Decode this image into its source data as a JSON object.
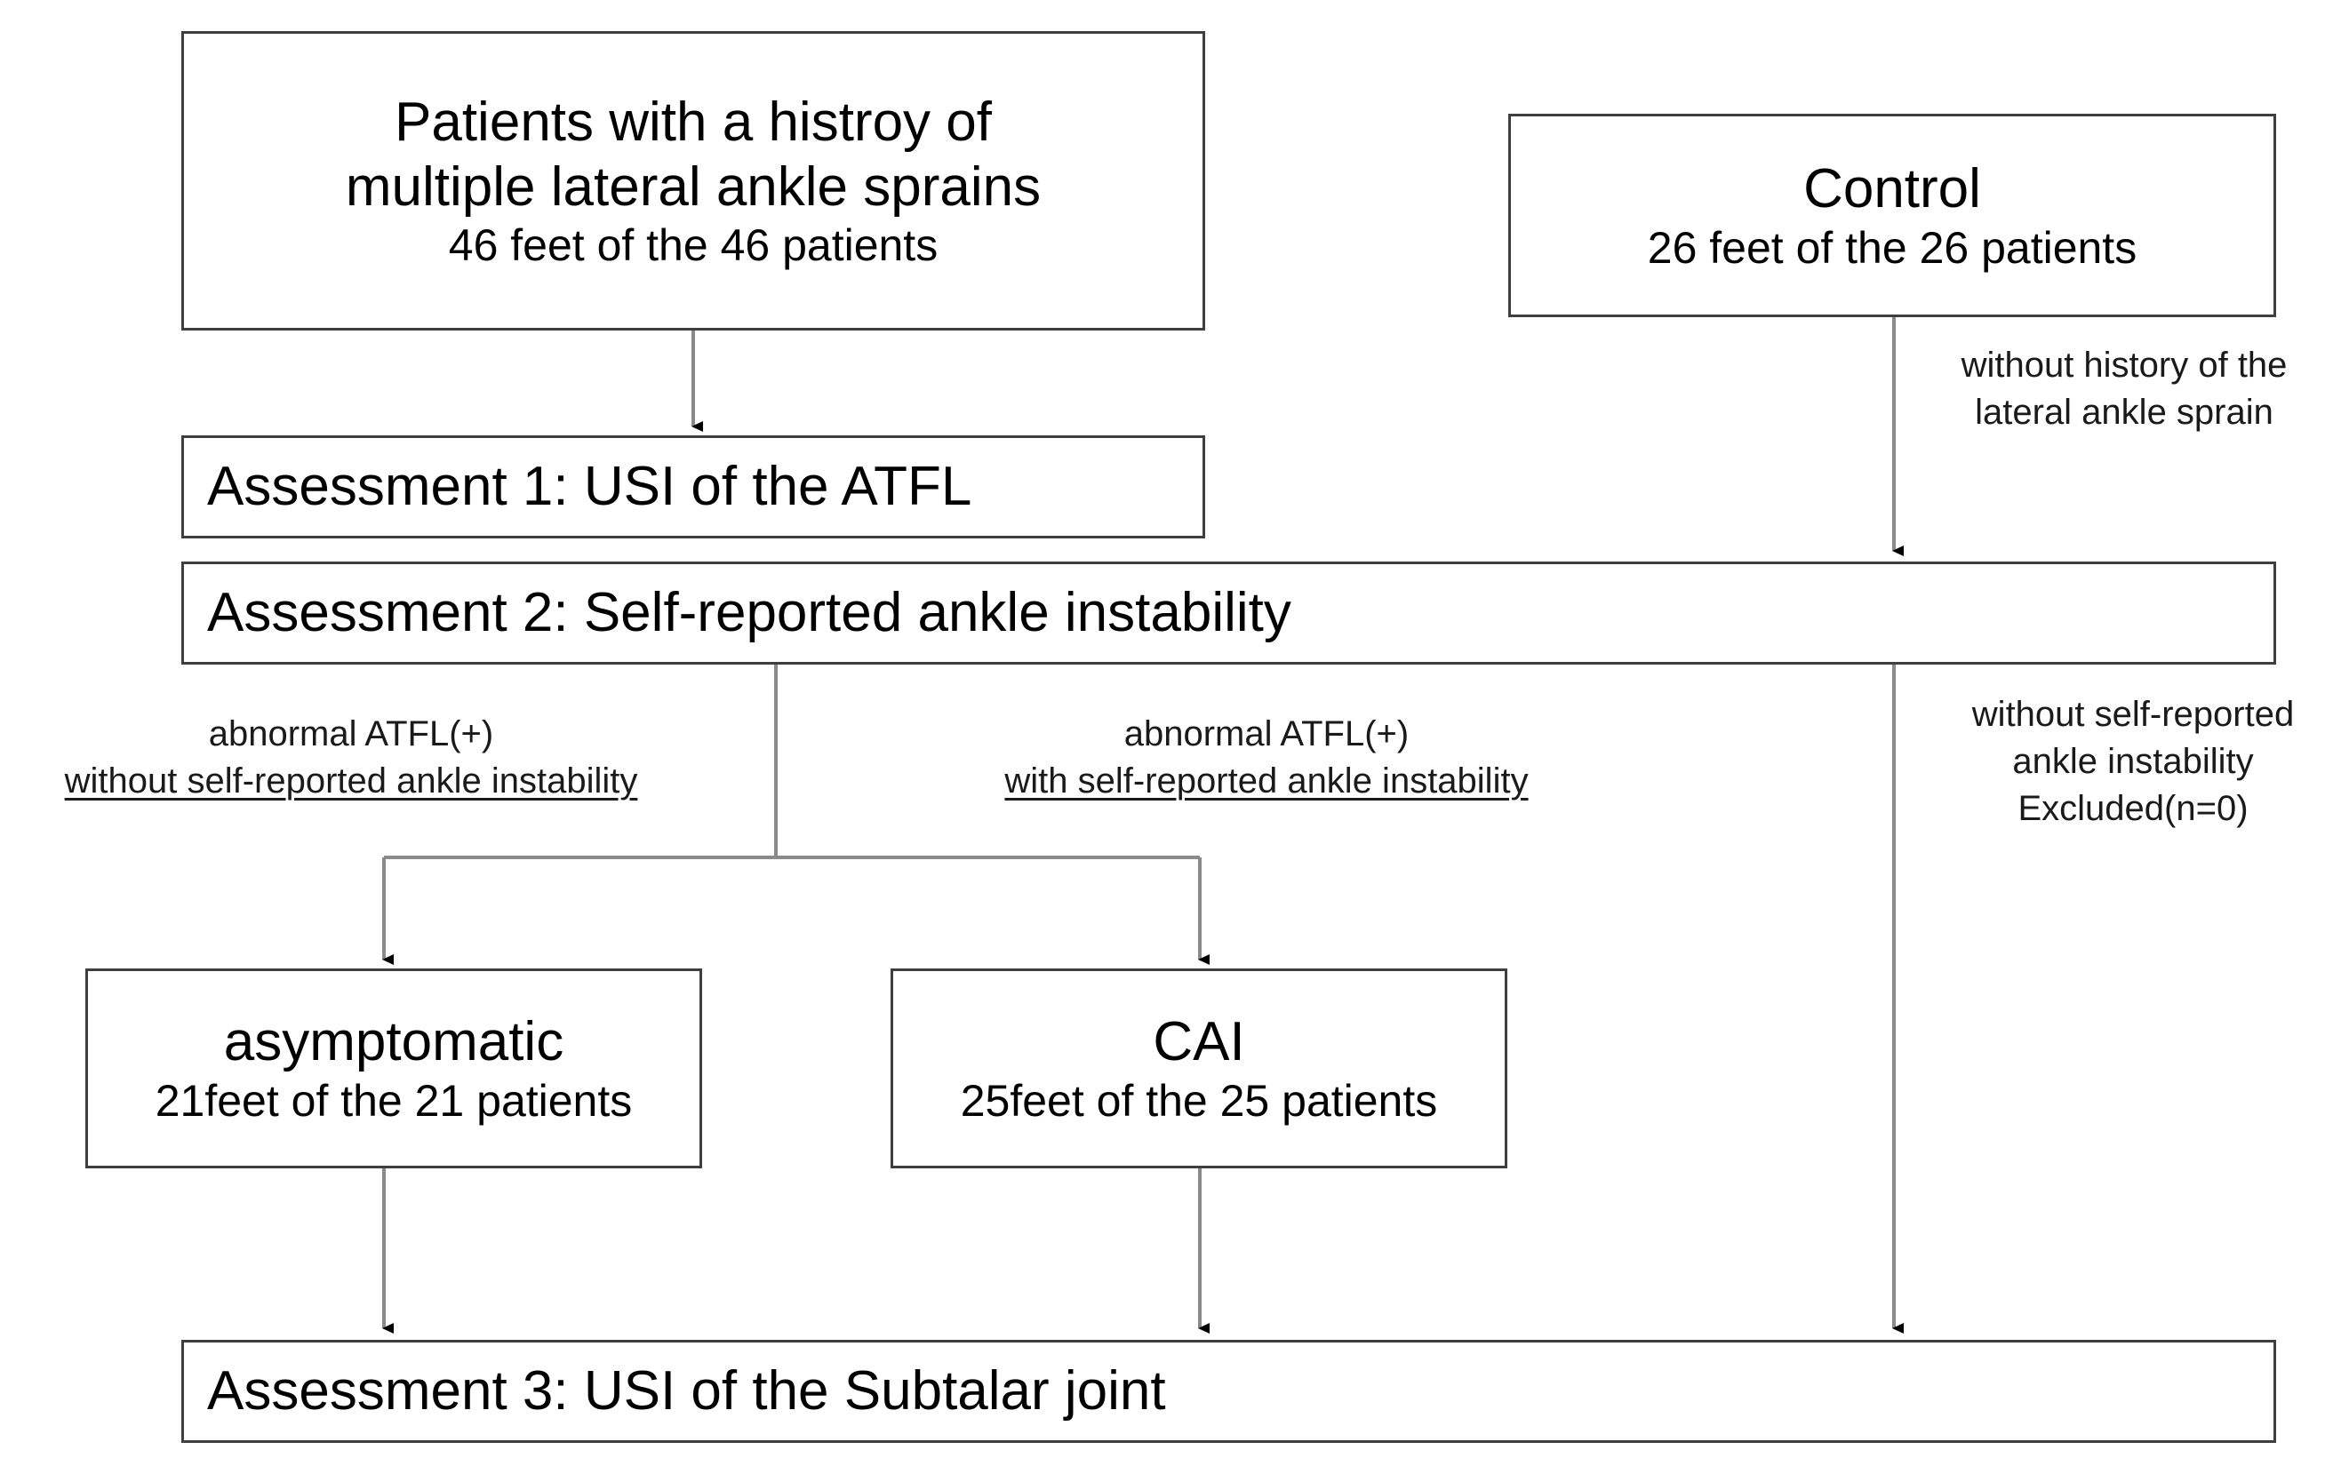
{
  "figure": {
    "type": "flowchart",
    "orientation": "top-down",
    "background": "#ffffff",
    "box_border_color": "#3f3f3f",
    "connector_color": "#808080",
    "arrowhead_color": "#000000"
  },
  "nodes": {
    "source_patients": {
      "title": "Patients with a histroy of",
      "title2": "multiple lateral ankle sprains",
      "count": "46 feet of the 46 patients"
    },
    "control": {
      "title": "Control",
      "count": "26 feet of the 26 patients"
    },
    "assessment1": {
      "label": "Assessment 1: USI of the ATFL"
    },
    "assessment2": {
      "label": "Assessment 2: Self-reported ankle instability"
    },
    "asymptomatic": {
      "title": "asymptomatic",
      "count": "21feet of the 21 patients"
    },
    "cai": {
      "title": "CAI",
      "count": "25feet of the 25 patients"
    },
    "assessment3": {
      "label": "Assessment 3: USI of the Subtalar joint"
    }
  },
  "edge_labels": {
    "control_to_assessment2": {
      "line1": "without history of the",
      "line2": "lateral ankle sprain"
    },
    "to_asymptomatic": {
      "line1": "abnormal ATFL(+)",
      "line2": "without self-reported ankle instability"
    },
    "to_cai": {
      "line1": "abnormal ATFL(+)",
      "line2": "with self-reported ankle instability"
    },
    "control_branch": {
      "line1": "without self-reported",
      "line2": "ankle instability",
      "line3": "Excluded(n=0)"
    }
  }
}
